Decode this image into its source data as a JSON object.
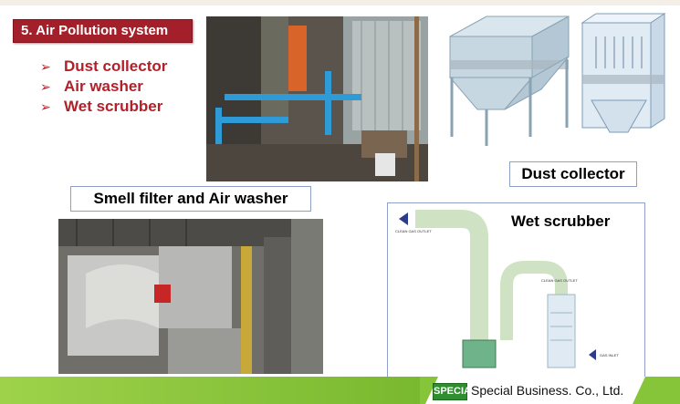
{
  "title": "5. Air Pollution system",
  "bullets": [
    "Dust collector",
    "Air washer",
    "Wet scrubber"
  ],
  "labels": {
    "dust_collector": "Dust collector",
    "smell_filter": "Smell  filter and Air washer",
    "wet_scrubber": "Wet scrubber"
  },
  "scrubber_diagram": {
    "left_outlet": "CLEAN GAS OUTLET",
    "right_outlet": "CLEAN GAS OUTLET",
    "gas_inlet": "GAS INLET"
  },
  "footer": {
    "logo": "SPECIAL",
    "company": "Special Business. Co., Ltd."
  },
  "colors": {
    "title_bg": "#a3202a",
    "bullet_text": "#b3202a",
    "footer_green": "#86c53a"
  }
}
